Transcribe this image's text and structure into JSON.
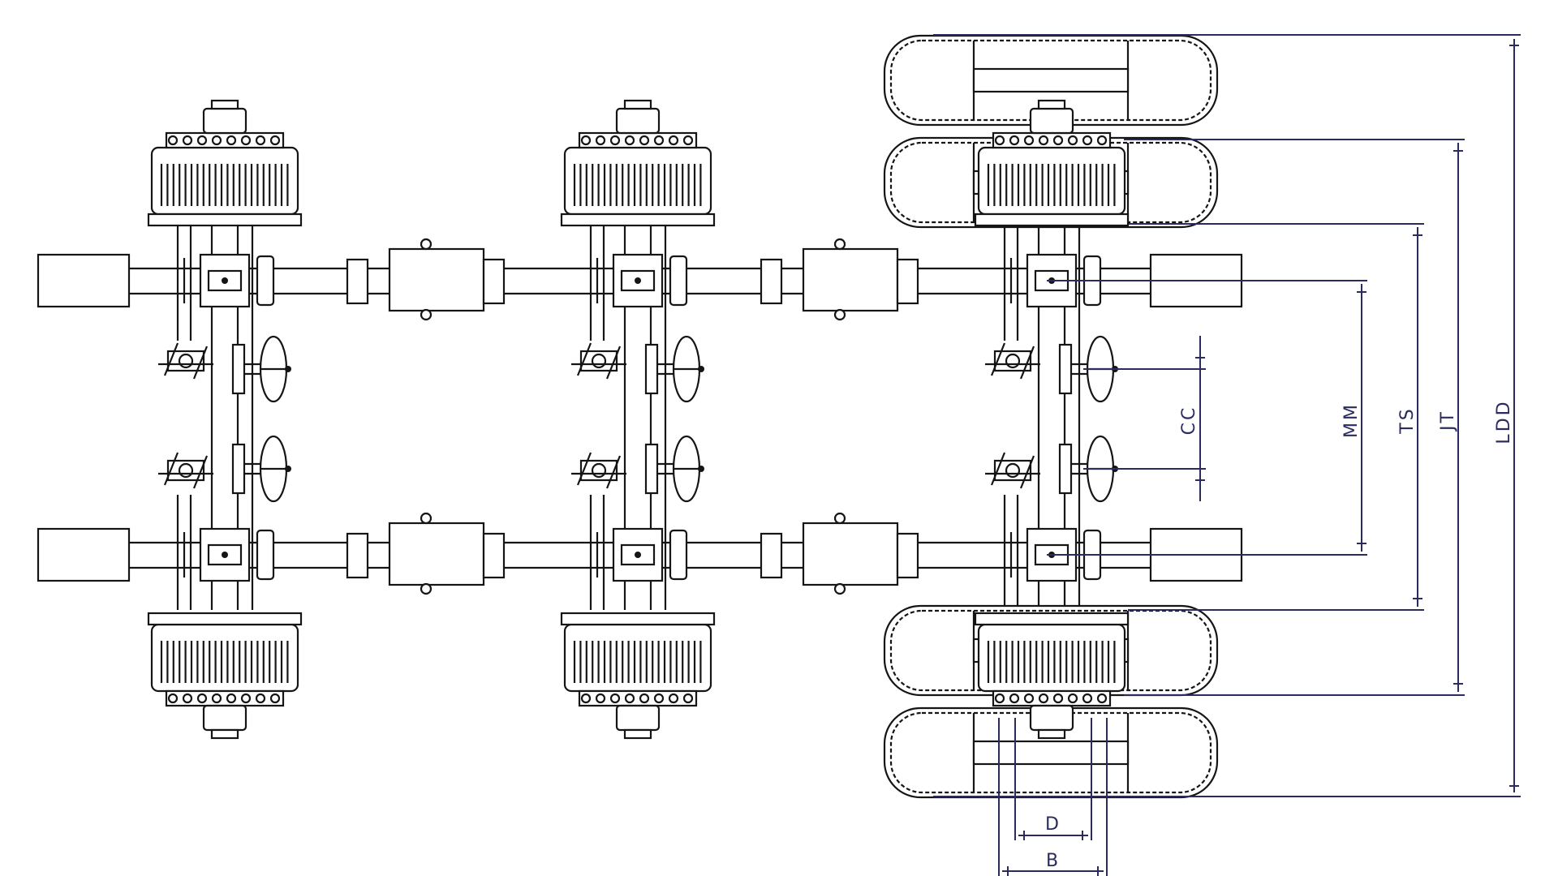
{
  "diagram": {
    "type": "triple-axle-suspension-top-view",
    "colors": {
      "line": "#151515",
      "dimension": "#2b2b5e",
      "background": "#ffffff"
    },
    "dimension_labels": {
      "ldd": "LDD",
      "jt": "JT",
      "ts": "TS",
      "mm": "MM",
      "cc": "CC",
      "d": "D",
      "b": "B"
    }
  }
}
